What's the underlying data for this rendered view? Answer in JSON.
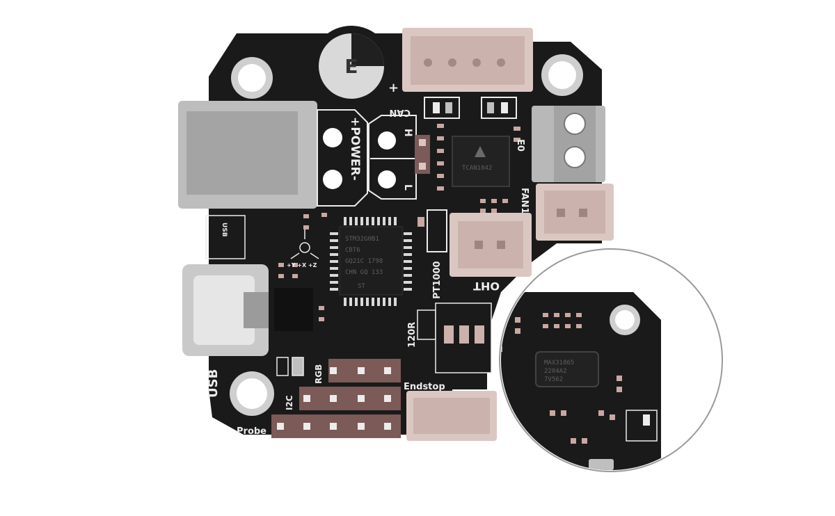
{
  "colors": {
    "pcb": "#1b1a1a",
    "silkscreen": "#ececec",
    "pin_pad": "#7b5a57",
    "connector": "#dbc7c2",
    "metal": "#b8b8b8",
    "background": "#ffffff"
  },
  "labels": {
    "can": "CAN",
    "power": "+POWER-",
    "h": "H",
    "l": "L",
    "e0": "E0",
    "fan1": "FAN1",
    "pt1000": "PT1000",
    "ohm": "120R",
    "usb_small": "USB",
    "usb": "USB",
    "rgb": "RGB",
    "i2c": "I2C",
    "probe": "Probe",
    "endstop": "Endstop",
    "fan_partial": "OHT",
    "plus": "+",
    "cap_mark": "E",
    "accel_axes": "+Y +X +Z"
  },
  "chips": {
    "mcu": [
      "STM32G0B1",
      "CBT6",
      "GQ21C 1798",
      "CHN GQ 133"
    ],
    "can_chip": "TCAN1042",
    "zoom_chip": [
      "MAX31865",
      "2204A2",
      "7V562"
    ]
  },
  "icons": [
    "mount-hole-icon",
    "capacitor-icon",
    "usb-c-port-icon",
    "magnifier-circle-icon"
  ]
}
